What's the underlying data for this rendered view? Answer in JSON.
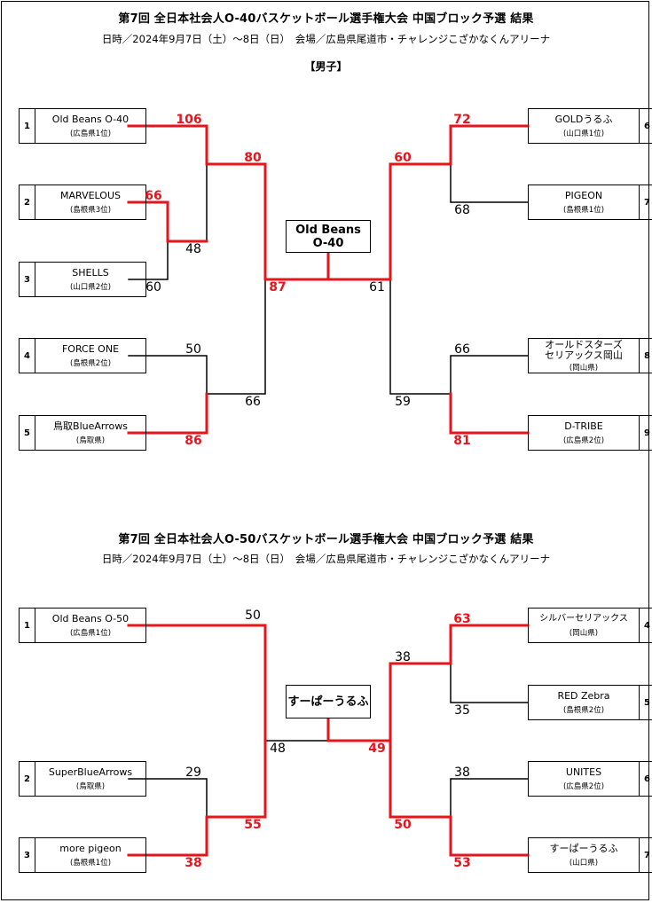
{
  "mens": {
    "title": "第7回 全日本社会人O-40バスケットボール選手権大会 中国ブロック予選 結果",
    "subtitle": "日時／2024年9月7日（土）～8日（日）　会場／広島県尾道市・チャレンジこざかなくんアリーナ",
    "category": "【男子】",
    "champion": "Old Beans\nO-40",
    "teams": [
      {
        "seed": "1",
        "name": "Old Beans O-40",
        "pref": "(広島県1位)"
      },
      {
        "seed": "2",
        "name": "MARVELOUS",
        "pref": "(島根県3位)"
      },
      {
        "seed": "3",
        "name": "SHELLS",
        "pref": "(山口県2位)"
      },
      {
        "seed": "4",
        "name": "FORCE ONE",
        "pref": "(島根県2位)"
      },
      {
        "seed": "5",
        "name": "鳥取BlueArrows",
        "pref": "(鳥取県)"
      },
      {
        "seed": "6",
        "name": "GOLDうるふ",
        "pref": "(山口県1位)"
      },
      {
        "seed": "7",
        "name": "PIGEON",
        "pref": "(島根県1位)"
      },
      {
        "seed": "8",
        "name": "オールドスターズ\nセリアックス岡山",
        "pref": "(岡山県)"
      },
      {
        "seed": "9",
        "name": "D-TRIBE",
        "pref": "(広島県2位)"
      }
    ],
    "scores": [
      "106",
      "66",
      "48",
      "60",
      "80",
      "50",
      "86",
      "66",
      "87",
      "72",
      "68",
      "60",
      "66",
      "81",
      "59",
      "61"
    ]
  },
  "womens": {
    "title": "第7回 全日本社会人O-50バスケットボール選手権大会 中国ブロック予選 結果",
    "subtitle": "日時／2024年9月7日（土）～8日（日）　会場／広島県尾道市・チャレンジこざかなくんアリーナ",
    "champion": "すーぱーうるふ",
    "teams": [
      {
        "seed": "1",
        "name": "Old Beans O-50",
        "pref": "(広島県1位)"
      },
      {
        "seed": "2",
        "name": "SuperBlueArrows",
        "pref": "(鳥取県)"
      },
      {
        "seed": "3",
        "name": "more pigeon",
        "pref": "(島根県1位)"
      },
      {
        "seed": "4",
        "name": "シルバーセリアックス",
        "pref": "(岡山県)"
      },
      {
        "seed": "5",
        "name": "RED Zebra",
        "pref": "(島根県2位)"
      },
      {
        "seed": "6",
        "name": "UNITES",
        "pref": "(広島県2位)"
      },
      {
        "seed": "7",
        "name": "すーぱーうるふ",
        "pref": "(山口県)"
      }
    ],
    "scores": [
      "50",
      "29",
      "38",
      "55",
      "48",
      "63",
      "35",
      "38",
      "38",
      "53",
      "50",
      "49"
    ]
  },
  "colors": {
    "winner": "#e8141c",
    "line": "#000000"
  }
}
